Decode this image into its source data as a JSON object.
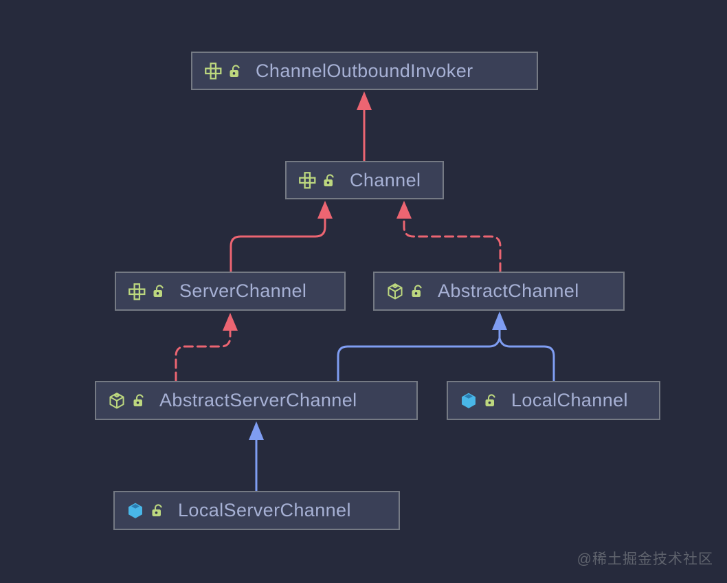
{
  "colors": {
    "background": "#262a3c",
    "node_fill": "#3a4057",
    "node_border": "#757a84",
    "node_text": "#a7b1d5",
    "red_edge": "#ec6572",
    "blue_edge": "#7f9df2",
    "icon_green": "#bdd87f",
    "icon_cyan": "#49b7e8",
    "icon_cyan_dark": "#2b7cb0",
    "watermark_color": "#5f636d"
  },
  "diagram": {
    "type": "uml-class-hierarchy",
    "nodes": [
      {
        "label": "ChannelOutboundInvoker",
        "kind": "interface",
        "type_icon": "interface-icon",
        "access_icon": "lock-open-icon"
      },
      {
        "label": "Channel",
        "kind": "interface",
        "type_icon": "interface-icon",
        "access_icon": "lock-open-icon"
      },
      {
        "label": "ServerChannel",
        "kind": "interface",
        "type_icon": "interface-icon",
        "access_icon": "lock-open-icon"
      },
      {
        "label": "AbstractChannel",
        "kind": "abstract-class",
        "type_icon": "abstract-class-icon",
        "access_icon": "lock-open-icon"
      },
      {
        "label": "AbstractServerChannel",
        "kind": "abstract-class",
        "type_icon": "abstract-class-icon",
        "access_icon": "lock-open-icon"
      },
      {
        "label": "LocalChannel",
        "kind": "class",
        "type_icon": "class-icon",
        "access_icon": "lock-open-icon"
      },
      {
        "label": "LocalServerChannel",
        "kind": "class",
        "type_icon": "class-icon",
        "access_icon": "lock-open-icon"
      }
    ],
    "edges": [
      {
        "from": "Channel",
        "to": "ChannelOutboundInvoker",
        "relation": "extends",
        "line": "solid",
        "color": "red"
      },
      {
        "from": "ServerChannel",
        "to": "Channel",
        "relation": "extends",
        "line": "solid",
        "color": "red"
      },
      {
        "from": "AbstractChannel",
        "to": "Channel",
        "relation": "implements",
        "line": "dashed",
        "color": "red"
      },
      {
        "from": "AbstractServerChannel",
        "to": "ServerChannel",
        "relation": "implements",
        "line": "dashed",
        "color": "red"
      },
      {
        "from": "AbstractServerChannel",
        "to": "AbstractChannel",
        "relation": "extends",
        "line": "solid",
        "color": "blue"
      },
      {
        "from": "LocalChannel",
        "to": "AbstractChannel",
        "relation": "extends",
        "line": "solid",
        "color": "blue"
      },
      {
        "from": "LocalServerChannel",
        "to": "AbstractServerChannel",
        "relation": "extends",
        "line": "solid",
        "color": "blue"
      }
    ]
  },
  "watermark": {
    "text": "@稀土掘金技术社区"
  }
}
